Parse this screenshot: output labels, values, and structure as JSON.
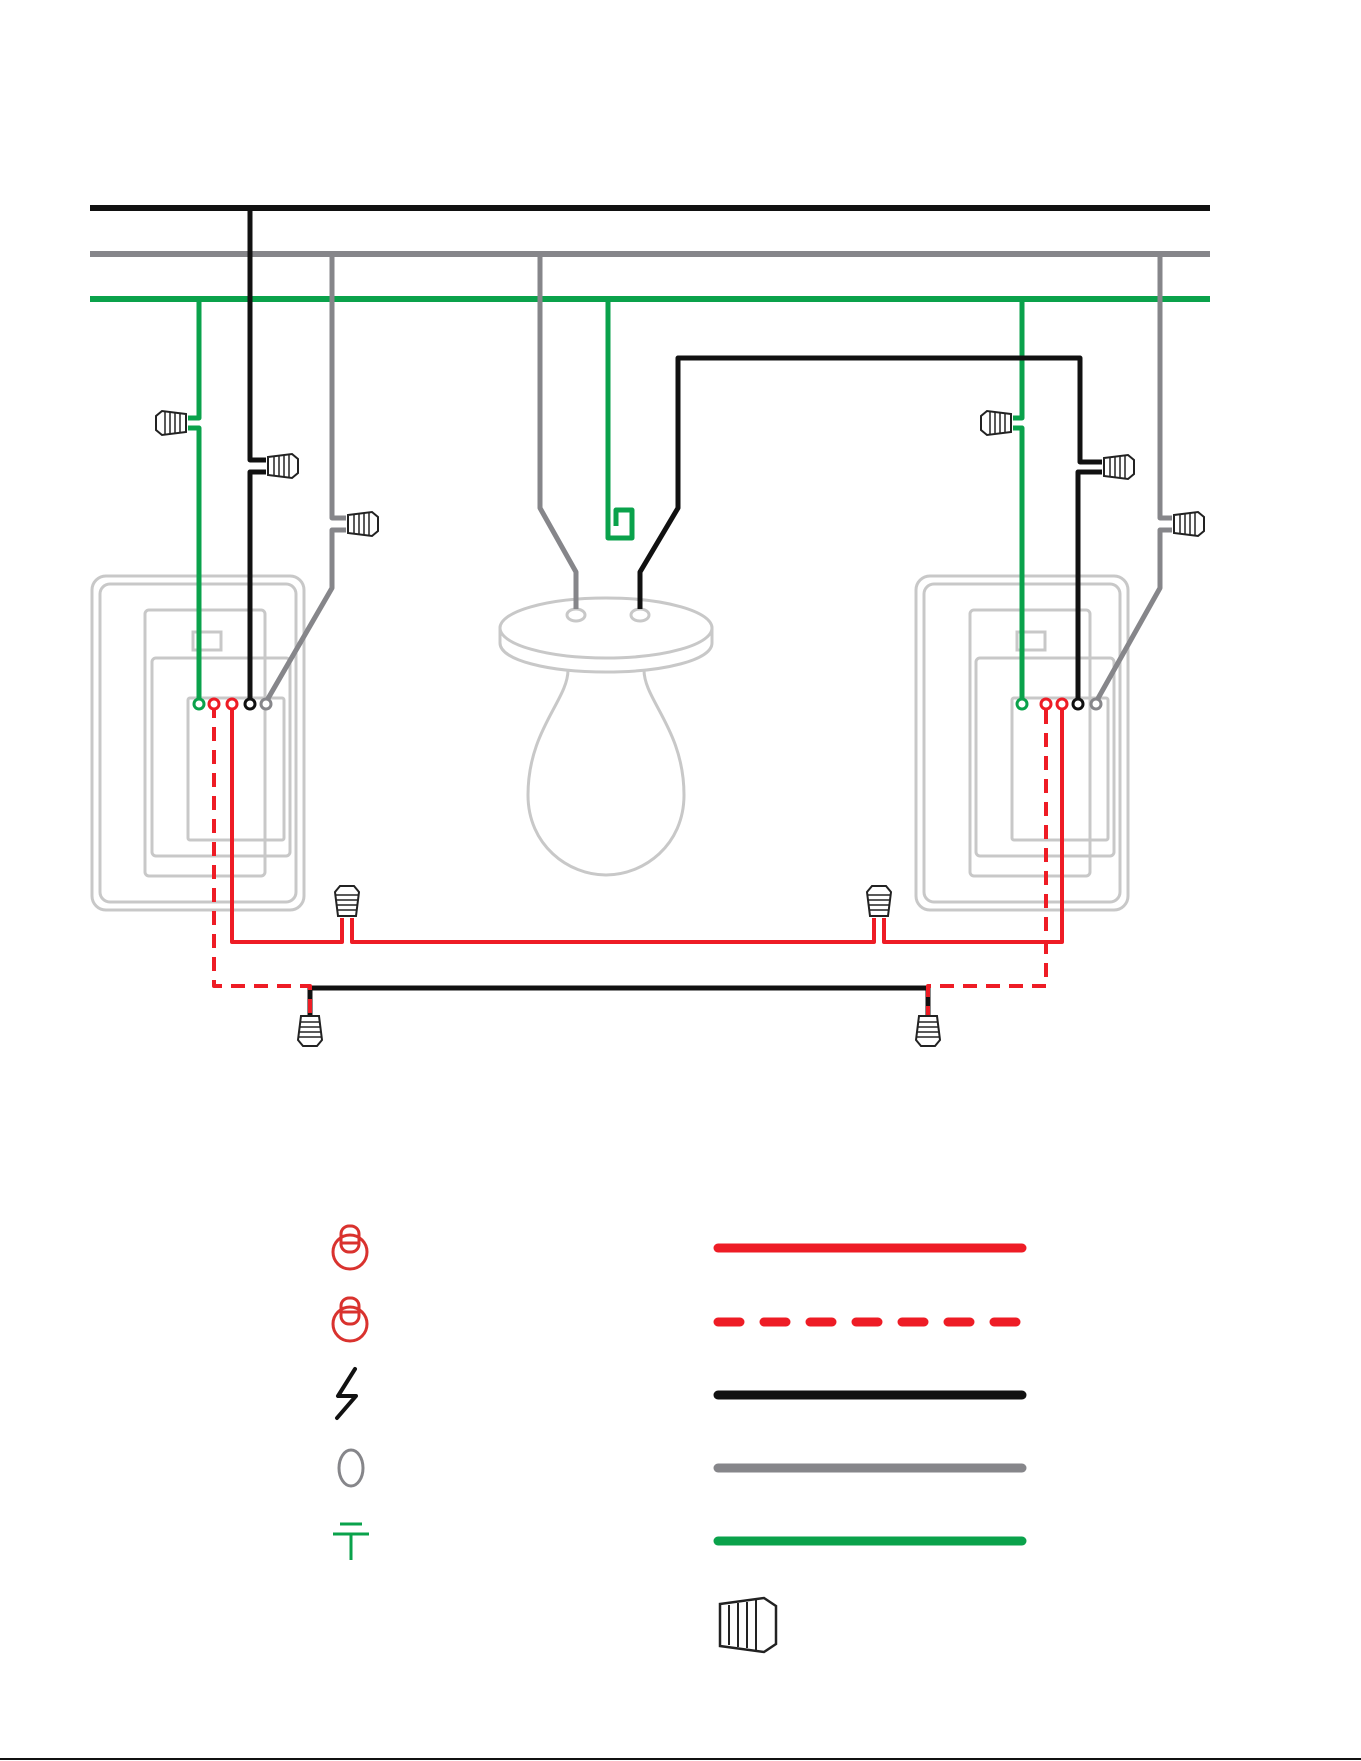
{
  "colors": {
    "line_hot": "#111111",
    "neutral": "#86868a",
    "ground": "#0aa24b",
    "traveler": "#ee1c25",
    "outline": "#c8c8c8",
    "icon_red": "#d9322e",
    "black": "#111111"
  },
  "icons": {
    "switch_up": "toggle-switch-icon",
    "switch_down": "toggle-switch-icon",
    "hot": "lightning-bolt-icon",
    "neutral": "oval-terminal-icon",
    "ground": "ground-symbol-icon",
    "wire_nut": "wire-nut-icon"
  },
  "legend": {
    "left_items": [
      "switch-up",
      "switch-down",
      "hot-bolt",
      "neutral-oval",
      "ground-symbol"
    ],
    "right_items": [
      "traveler-solid",
      "traveler-dashed",
      "hot-line",
      "neutral-line",
      "ground-line",
      "wire-nut"
    ]
  }
}
